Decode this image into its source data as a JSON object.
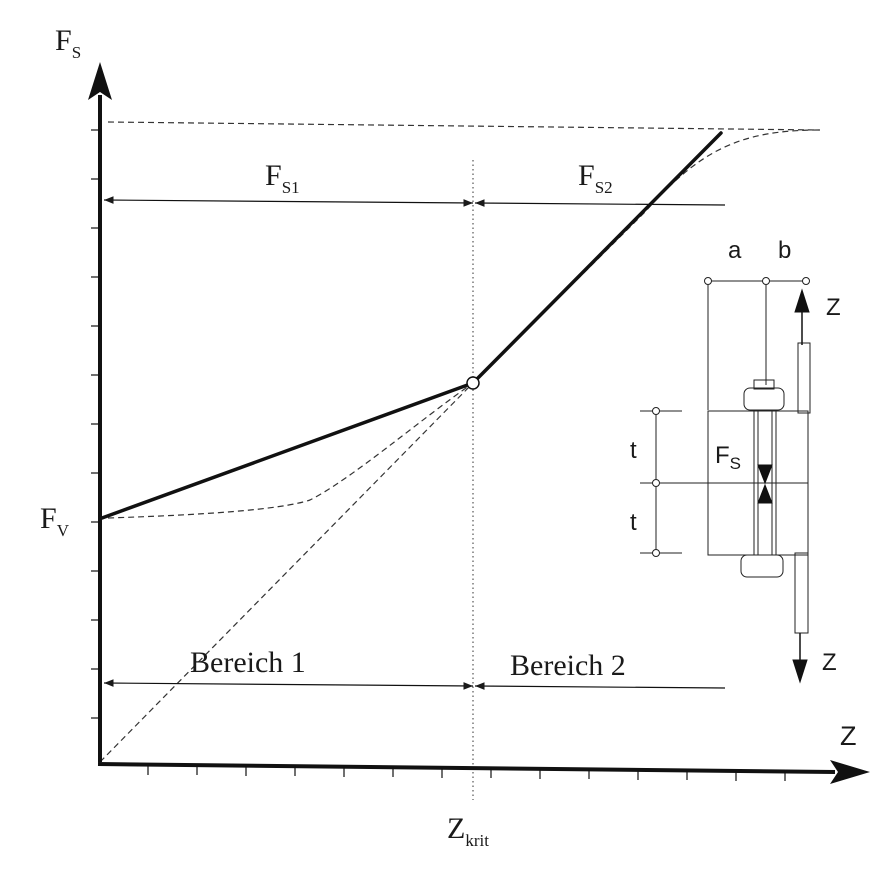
{
  "diagram": {
    "axes": {
      "y_label_main": "F",
      "y_label_sub": "S",
      "x_label": "Z"
    },
    "labels": {
      "fv_main": "F",
      "fv_sub": "V",
      "fs1_main": "F",
      "fs1_sub": "S1",
      "fs2_main": "F",
      "fs2_sub": "S2",
      "bereich1": "Bereich 1",
      "bereich2": "Bereich 2",
      "zkrit_main": "Z",
      "zkrit_sub": "krit"
    },
    "inset": {
      "a": "a",
      "b": "b",
      "z_top": "Z",
      "z_bottom": "Z",
      "t_upper": "t",
      "t_lower": "t",
      "fs_main": "F",
      "fs_sub": "S"
    }
  }
}
